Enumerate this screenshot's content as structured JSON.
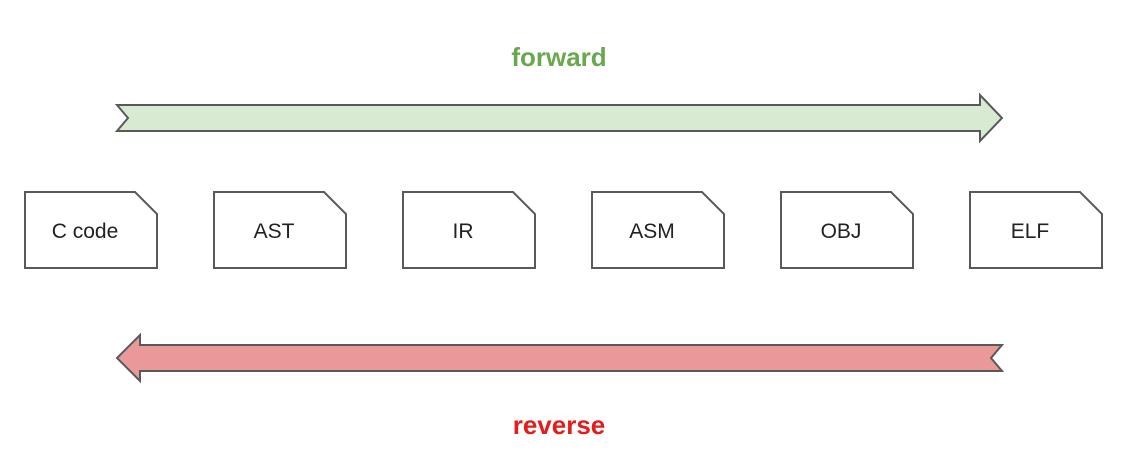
{
  "forward": {
    "label": "forward",
    "label_color": "#6aa84f",
    "arrow_fill": "#d9ead3",
    "arrow_stroke": "#595959"
  },
  "reverse": {
    "label": "reverse",
    "label_color": "#e51c1c",
    "arrow_fill": "#ea9999",
    "arrow_stroke": "#595959"
  },
  "stages": [
    {
      "label": "C code"
    },
    {
      "label": "AST"
    },
    {
      "label": "IR"
    },
    {
      "label": "ASM"
    },
    {
      "label": "OBJ"
    },
    {
      "label": "ELF"
    }
  ],
  "stage_style": {
    "fill": "#ffffff",
    "stroke": "#595959"
  }
}
